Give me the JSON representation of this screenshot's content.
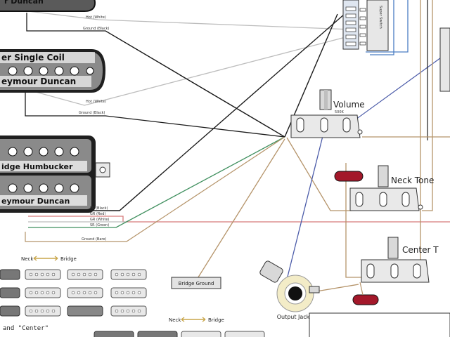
{
  "pickups": {
    "top": {
      "line1": "r Duncan"
    },
    "middle": {
      "line1": "er Single Coil",
      "line2": "eymour Duncan"
    },
    "humbucker": {
      "line1": "idge Humbucker",
      "line2": "eymour Duncan"
    }
  },
  "wire_labels": {
    "top_hot": "Hot (White)",
    "top_ground": "Ground (Black)",
    "mid_hot": "Hot (White)",
    "mid_ground": "Ground (Black)",
    "hb_1": "PR (Black)",
    "hb_2": "GR (Red)",
    "hb_3": "GR (White)",
    "hb_4": "SR (Green)",
    "hb_ground": "Ground (Bare)"
  },
  "controls": {
    "volume": "Volume",
    "volume_value": "500K",
    "neck_tone": "Neck Tone",
    "center_tone": "Center T",
    "output_jack": "Output Jack",
    "bridge_ground": "Bridge Ground",
    "switch_label": "Super Switch"
  },
  "legend": {
    "top_left": "Neck",
    "top_right": "Bridge",
    "bottom_left": "Neck",
    "bottom_right": "Bridge",
    "caption": "and \"Center\""
  },
  "colors": {
    "wire_black": "#1a1a1a",
    "wire_white": "#bdbdbd",
    "wire_green": "#3f8f5e",
    "wire_red": "#d77a7a",
    "wire_blue": "#4a5aa8",
    "wire_bare": "#b5946a",
    "capacitor": "#a3182a",
    "switch_blue": "#4a7dc2"
  }
}
